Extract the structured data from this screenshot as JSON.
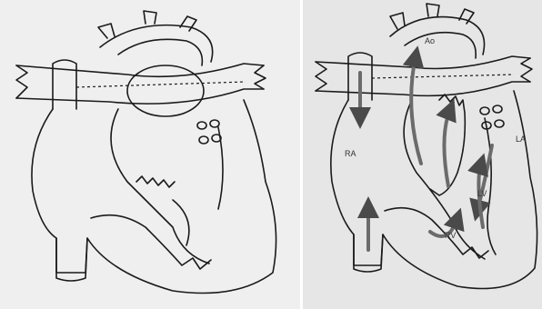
{
  "figure": {
    "right_panel": {
      "labels": {
        "ao": "Ao",
        "ra": "RA",
        "la": "LA",
        "lv": "LV",
        "rv": "RV"
      }
    }
  },
  "colors": {
    "background": "#ffffff",
    "ink": "#1a1a1a",
    "left_panel_tint": "#efefef",
    "right_panel_tint": "#e6e6e6",
    "flow_arrows": "#6b6b6b"
  }
}
